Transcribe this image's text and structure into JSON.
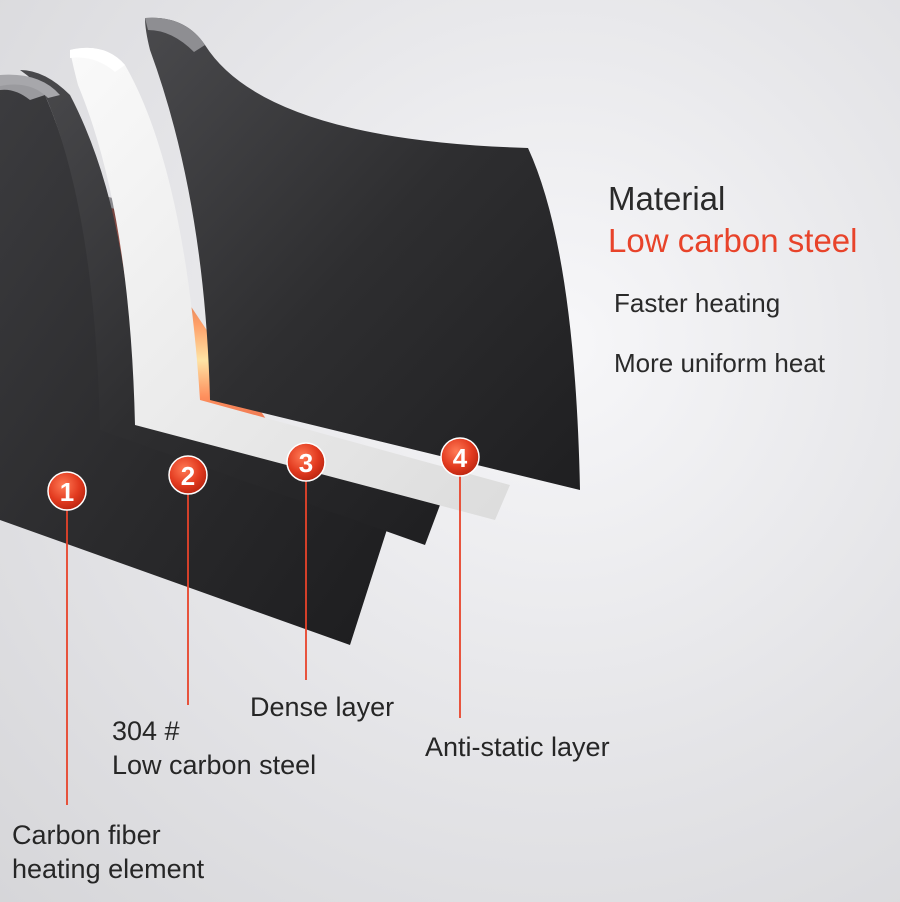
{
  "heading": {
    "title": "Material",
    "subtitle": "Low carbon steel"
  },
  "features": [
    "Faster heating",
    "More uniform heat"
  ],
  "layers": [
    {
      "number": "1",
      "label_lines": [
        "Carbon fiber",
        "heating element"
      ]
    },
    {
      "number": "2",
      "label_lines": [
        "304 #",
        "Low carbon steel"
      ]
    },
    {
      "number": "3",
      "label_lines": [
        "Dense layer"
      ]
    },
    {
      "number": "4",
      "label_lines": [
        "Anti-static layer"
      ]
    }
  ],
  "colors": {
    "accent": "#e8432a",
    "badge": "#e23a1f",
    "callout_line": "#e8432a",
    "layer_dark": "#2e2e30",
    "layer_light": "#f2f2f2",
    "text": "#262626"
  }
}
